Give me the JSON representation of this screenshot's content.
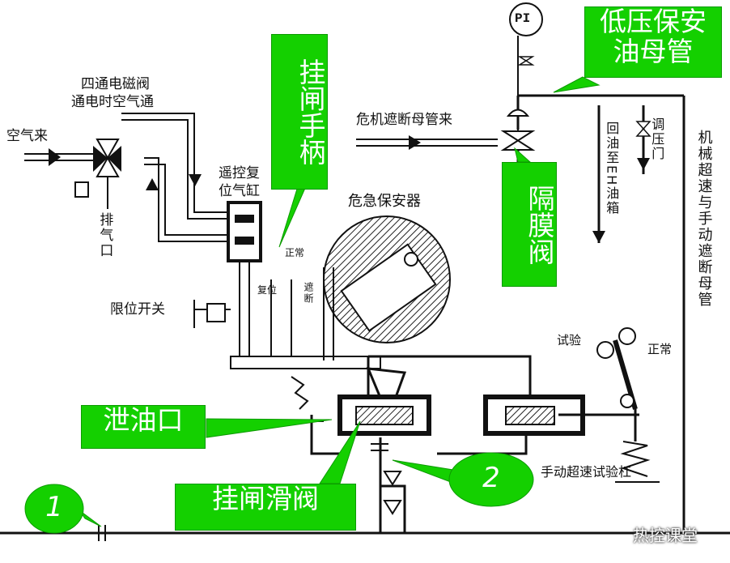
{
  "labels": {
    "four_way_valve": "四通电磁阀",
    "air_when_energized": "通电时空气通",
    "air_in": "空气来",
    "exhaust": "排气口",
    "remote_reset_cylinder_1": "遥控复",
    "remote_reset_cylinder_2": "位气缸",
    "from_trip_header": "危机遮断母管来",
    "return_oil": "回油至EH油箱",
    "regulating_valve": "调压门",
    "mech_overspeed_header": "机械超速与手动遮断母管",
    "emergency_governor": "危急保安器",
    "limit_switch": "限位开关",
    "normal": "正常",
    "reset": "复位",
    "trip": "遮断",
    "test": "试验",
    "manual_overspeed_test_lever": "手动超速试验杠",
    "pi": "PI",
    "watermark": "热控课堂"
  },
  "callouts": {
    "low_pressure_header_1": "低压保安",
    "low_pressure_header_2": "油母管",
    "latch_handle": "挂闸手柄",
    "diaphragm_valve": "隔膜阀",
    "drain_port": "泄油口",
    "latch_slide_valve": "挂闸滑阀",
    "marker_1": "1",
    "marker_2": "2"
  },
  "colors": {
    "callout_fill": "#14d000",
    "line": "#111111"
  }
}
